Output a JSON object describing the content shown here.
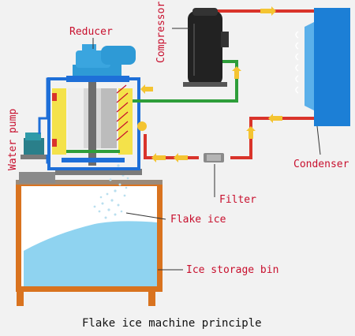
{
  "labels": {
    "reducer": "Reducer",
    "compressor": "Compressor",
    "water_pump": "Water pump",
    "condenser": "Condenser",
    "filter": "Filter",
    "flake_ice": "Flake ice",
    "ice_storage_bin": "Ice storage bin"
  },
  "caption": "Flake ice machine principle",
  "colors": {
    "background": "#f2f2f2",
    "label_text": "#c8102e",
    "caption_text": "#111111",
    "refrigerant_hot_line": "#d9342b",
    "refrigerant_suction_line": "#2e9e3a",
    "water_line": "#1e6fd8",
    "flow_arrow": "#f4c431",
    "bin_frame": "#d9731f",
    "ice": "#8fd3f0",
    "condenser": "#1c7fd6",
    "compressor": "#222222"
  }
}
